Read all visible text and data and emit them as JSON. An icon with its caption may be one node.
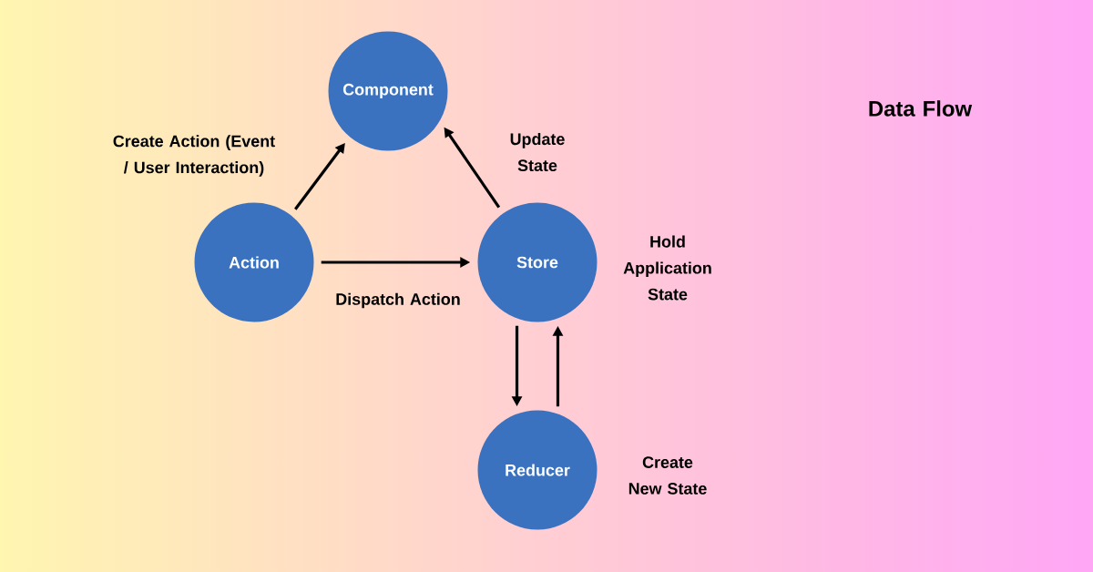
{
  "diagram": {
    "title": "Data Flow",
    "nodes": [
      {
        "text": [
          "Component"
        ]
      },
      {
        "text": [
          "Action"
        ]
      },
      {
        "text": [
          "Store"
        ],
        "beside": [
          "Hold Application State"
        ]
      },
      {
        "text": [
          "Reducer"
        ],
        "beside": [
          "Create New State"
        ]
      }
    ],
    "edges": [
      {
        "from": 1,
        "to": 0,
        "arrow": "to",
        "label": "Create Action (Event / User Interaction)"
      },
      {
        "from": 2,
        "to": 0,
        "arrow": "to",
        "label": "Update State"
      },
      {
        "from": 1,
        "to": 2,
        "arrow": "to",
        "label": "Dispatch Action"
      },
      {
        "from": 2,
        "to": 3,
        "arrow": "to"
      },
      {
        "from": 3,
        "to": 2,
        "arrow": "to"
      }
    ]
  }
}
